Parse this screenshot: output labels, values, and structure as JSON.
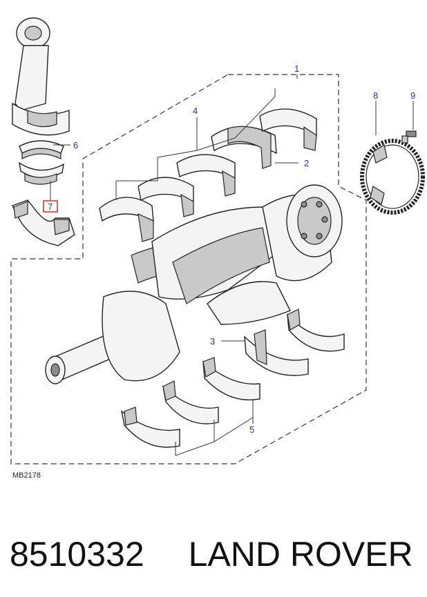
{
  "callouts": {
    "c1": "1",
    "c2": "2",
    "c3": "3",
    "c4": "4",
    "c5": "5",
    "c6": "6",
    "c7": "7",
    "c8": "8",
    "c9": "9"
  },
  "reference": "MB2178",
  "caption": {
    "part_number": "8510332",
    "brand": "LAND ROVER"
  },
  "colors": {
    "callout": "#2a2ab8",
    "highlight_box": "#d9262f",
    "line": "#222222"
  }
}
